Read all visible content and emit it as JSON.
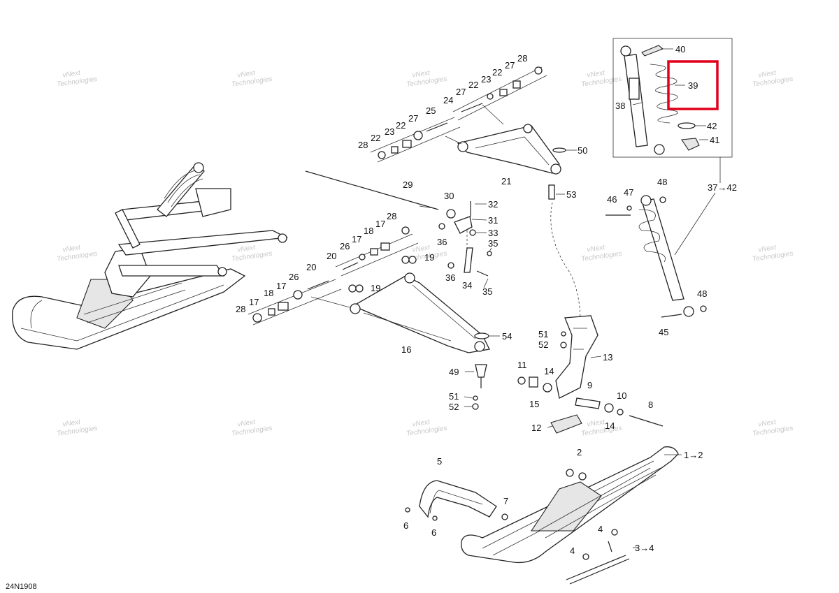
{
  "watermark": {
    "line1": "vNext",
    "line2": "Technologies"
  },
  "drawing_code": "24N1908",
  "highlight": {
    "color": "#e0001b",
    "label": "39"
  },
  "callouts": [
    "40",
    "39",
    "38",
    "42",
    "41",
    "28",
    "27",
    "22",
    "23",
    "24",
    "25",
    "21",
    "50",
    "29",
    "30",
    "32",
    "31",
    "33",
    "35",
    "36",
    "34",
    "17",
    "26",
    "18",
    "19",
    "20",
    "16",
    "54",
    "53",
    "37→42",
    "46",
    "47",
    "48",
    "45",
    "13",
    "51",
    "52",
    "11",
    "14",
    "15",
    "9",
    "10",
    "8",
    "12",
    "49",
    "5",
    "7",
    "6",
    "2",
    "1→2",
    "4",
    "3→4"
  ]
}
